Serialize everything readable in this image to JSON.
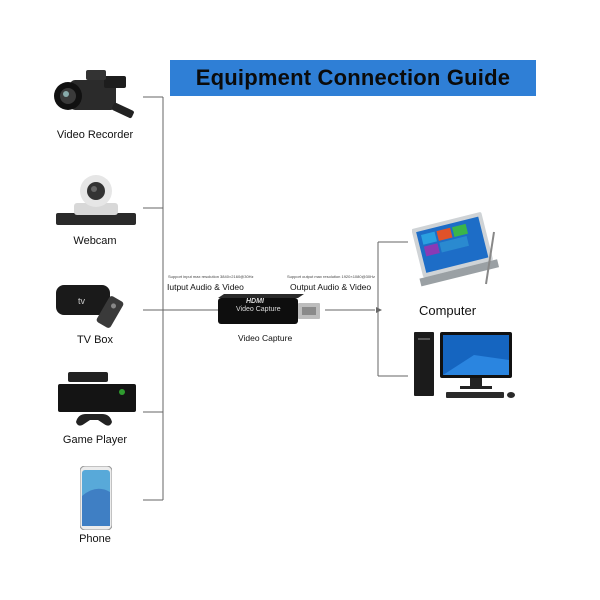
{
  "title": "Equipment Connection Guide",
  "inputs": [
    {
      "label": "Video Recorder",
      "icon": "video-recorder-icon"
    },
    {
      "label": "Webcam",
      "icon": "webcam-icon"
    },
    {
      "label": "TV Box",
      "icon": "tv-box-icon"
    },
    {
      "label": "Game Player",
      "icon": "game-console-icon"
    },
    {
      "label": "Phone",
      "icon": "phone-icon"
    }
  ],
  "capture": {
    "input_label": "Iutput Audio & Video",
    "input_note": "Support input max resolution 3840×2160@30Hz",
    "output_label": "Output Audio & Video",
    "output_note": "Support output max resolution 1920×1080@30Hz",
    "device_text_1": "HDMI",
    "device_text_2": "Video Capture",
    "device_label": "Video Capture"
  },
  "outputs": [
    {
      "label": "Computer",
      "icon": "laptop-icon"
    },
    {
      "label": "",
      "icon": "desktop-computer-icon"
    }
  ],
  "colors": {
    "banner": "#2f7fd6",
    "line": "#666666"
  }
}
